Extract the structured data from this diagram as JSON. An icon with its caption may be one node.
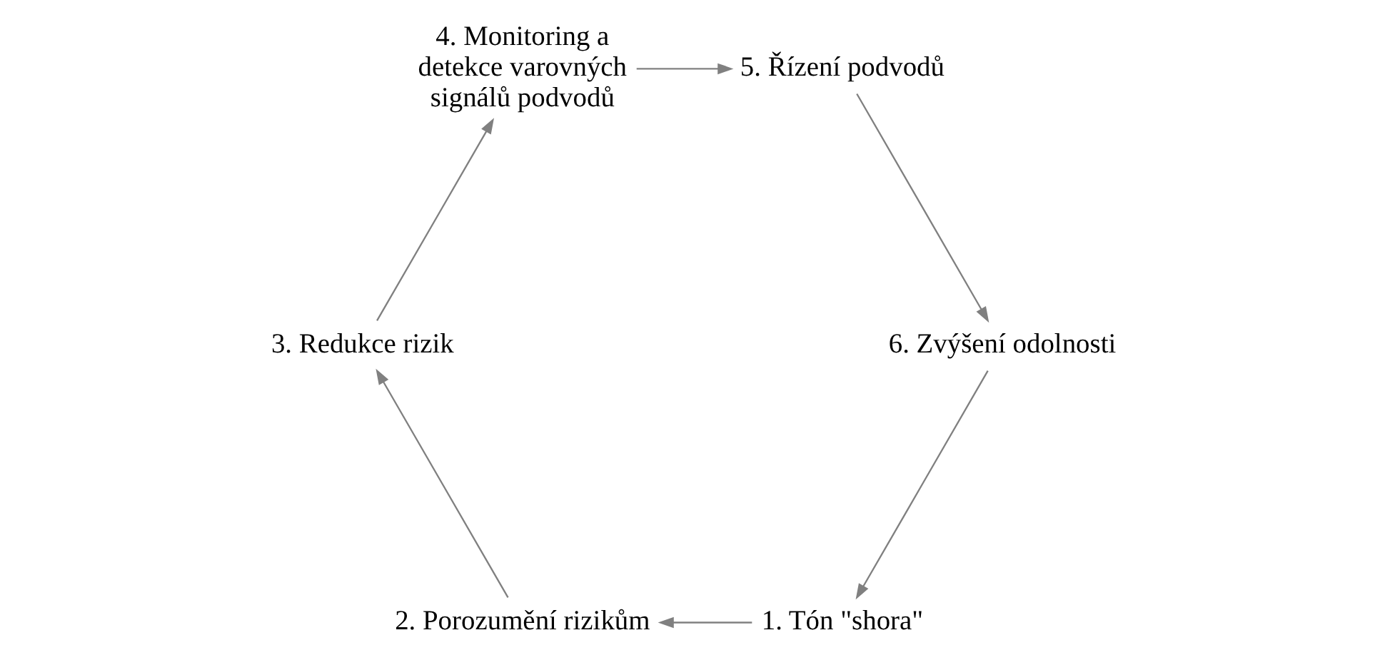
{
  "diagram": {
    "nodes": [
      {
        "text": [
          "1. Tón \"shora\""
        ]
      },
      {
        "text": [
          "2. Porozumění rizikům"
        ]
      },
      {
        "text": [
          "3. Redukce rizik"
        ]
      },
      {
        "text": [
          "4. Monitoring a detekce varovných signálů podvodů"
        ]
      },
      {
        "text": [
          "5. Řízení podvodů"
        ]
      },
      {
        "text": [
          "6. Zvýšení odolnosti"
        ]
      }
    ],
    "edges": [
      {
        "from": 0,
        "to": 1,
        "arrow": "to"
      },
      {
        "from": 1,
        "to": 2,
        "arrow": "to"
      },
      {
        "from": 2,
        "to": 3,
        "arrow": "to"
      },
      {
        "from": 3,
        "to": 4,
        "arrow": "to"
      },
      {
        "from": 4,
        "to": 5,
        "arrow": "to"
      },
      {
        "from": 5,
        "to": 0,
        "arrow": "to"
      }
    ]
  }
}
